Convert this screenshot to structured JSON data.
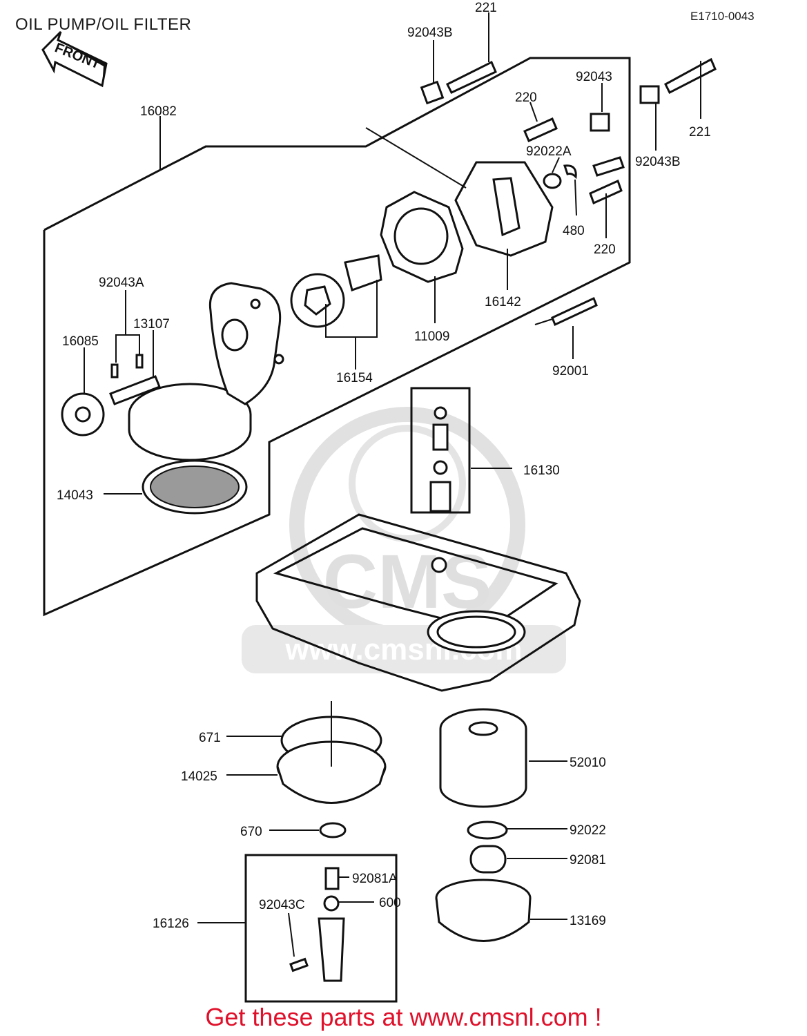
{
  "header": {
    "title": "OIL PUMP/OIL FILTER",
    "diagram_code": "E1710-0043",
    "front_arrow_label": "FRONT"
  },
  "watermark": {
    "logo_text": "CMS",
    "url_text": "www.cmsnl.com"
  },
  "parts": [
    {
      "id": "p221a",
      "label": "221"
    },
    {
      "id": "p92043b_a",
      "label": "92043B"
    },
    {
      "id": "p92043",
      "label": "92043"
    },
    {
      "id": "p220a",
      "label": "220"
    },
    {
      "id": "p221b",
      "label": "221"
    },
    {
      "id": "p16082",
      "label": "16082"
    },
    {
      "id": "p92022a",
      "label": "92022A"
    },
    {
      "id": "p92043b_b",
      "label": "92043B"
    },
    {
      "id": "p480",
      "label": "480"
    },
    {
      "id": "p220b",
      "label": "220"
    },
    {
      "id": "p16142",
      "label": "16142"
    },
    {
      "id": "p92043a",
      "label": "92043A"
    },
    {
      "id": "p13107",
      "label": "13107"
    },
    {
      "id": "p16085",
      "label": "16085"
    },
    {
      "id": "p11009",
      "label": "11009"
    },
    {
      "id": "p16154",
      "label": "16154"
    },
    {
      "id": "p92001",
      "label": "92001"
    },
    {
      "id": "p16130",
      "label": "16130"
    },
    {
      "id": "p14043",
      "label": "14043"
    },
    {
      "id": "p671",
      "label": "671"
    },
    {
      "id": "p52010",
      "label": "52010"
    },
    {
      "id": "p14025",
      "label": "14025"
    },
    {
      "id": "p670",
      "label": "670"
    },
    {
      "id": "p92022",
      "label": "92022"
    },
    {
      "id": "p92081",
      "label": "92081"
    },
    {
      "id": "p92081a",
      "label": "92081A"
    },
    {
      "id": "p600",
      "label": "600"
    },
    {
      "id": "p92043c",
      "label": "92043C"
    },
    {
      "id": "p16126",
      "label": "16126"
    },
    {
      "id": "p13169",
      "label": "13169"
    }
  ],
  "footer": {
    "cta": "Get these parts at www.cmsnl.com !"
  },
  "colors": {
    "line": "#1a1a1a",
    "cta": "#e0102a",
    "watermark": "#d9d9d9"
  }
}
